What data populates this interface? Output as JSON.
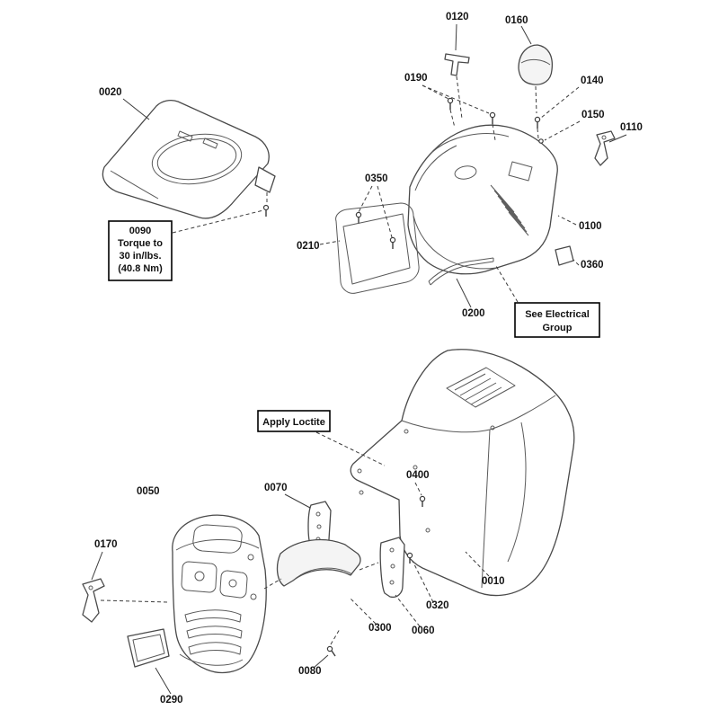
{
  "diagram": {
    "kind": "exploded-parts-diagram",
    "background_color": "#ffffff",
    "line_color": "#4a4a4a",
    "label_color": "#141414"
  },
  "part_labels": {
    "p0010": "0010",
    "p0020": "0020",
    "p0050": "0050",
    "p0060": "0060",
    "p0070": "0070",
    "p0080": "0080",
    "p0100": "0100",
    "p0110": "0110",
    "p0120": "0120",
    "p0140": "0140",
    "p0150": "0150",
    "p0160": "0160",
    "p0170": "0170",
    "p0190": "0190",
    "p0200": "0200",
    "p0210": "0210",
    "p0290": "0290",
    "p0300": "0300",
    "p0320": "0320",
    "p0350": "0350",
    "p0360": "0360",
    "p0400": "0400"
  },
  "callouts": {
    "torque_box": {
      "part": "0090",
      "line1": "Torque to",
      "line2": "30 in/lbs.",
      "line3": "(40.8 Nm)"
    },
    "electrical_box": {
      "line1": "See Electrical",
      "line2": "Group"
    },
    "loctite_box": {
      "text": "Apply Loctite"
    }
  }
}
